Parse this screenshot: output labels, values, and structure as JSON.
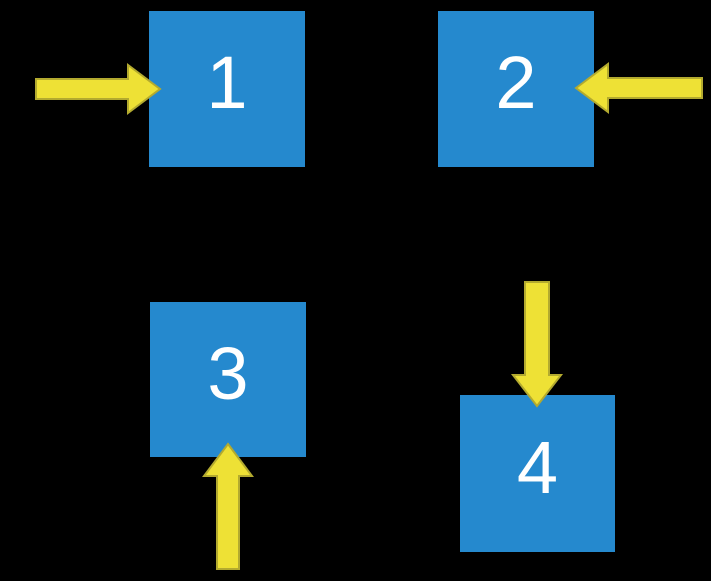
{
  "diagram": {
    "title": "numbered-boxes-with-directional-arrows",
    "background_color": "#000000",
    "box_color": "#2589CE",
    "box_label_color": "#FFFFFF",
    "arrow_fill_color": "#EEE135",
    "arrow_outline_color": "#B3AA2F",
    "boxes": [
      {
        "label": "1",
        "arrow_direction": "right",
        "arrow_enters_from": "left side"
      },
      {
        "label": "2",
        "arrow_direction": "left",
        "arrow_enters_from": "right side"
      },
      {
        "label": "3",
        "arrow_direction": "up",
        "arrow_enters_from": "bottom side"
      },
      {
        "label": "4",
        "arrow_direction": "down",
        "arrow_enters_from": "top side"
      }
    ]
  }
}
